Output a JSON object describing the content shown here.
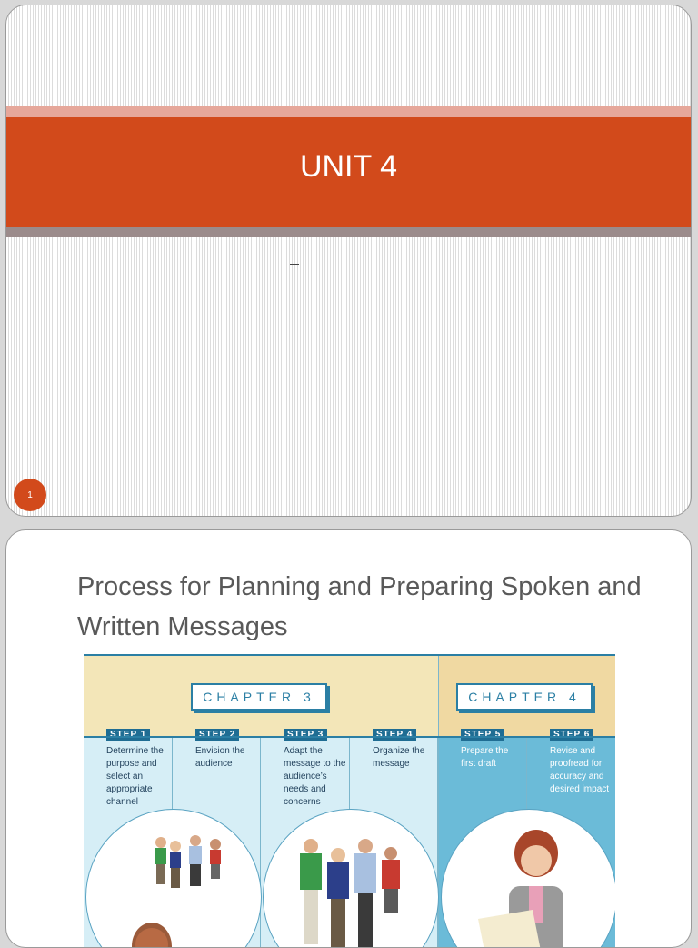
{
  "slide1": {
    "title": "UNIT 4",
    "subtitle": "_",
    "page_number": "1"
  },
  "slide2": {
    "heading": "Process for Planning and Preparing Spoken and Written Messages",
    "figure": {
      "chapters": [
        "CHAPTER 3",
        "CHAPTER 4"
      ],
      "steps": [
        {
          "label": "STEP 1",
          "text": "Determine the purpose and select an appropriate channel"
        },
        {
          "label": "STEP 2",
          "text": "Envision the audience"
        },
        {
          "label": "STEP 3",
          "text": "Adapt the message to the audience’s needs and concerns"
        },
        {
          "label": "STEP 4",
          "text": "Organize the message"
        },
        {
          "label": "STEP 5",
          "text": "Prepare the first draft"
        },
        {
          "label": "STEP 6",
          "text": "Revise and proofread for accuracy and desired impact"
        }
      ]
    }
  },
  "colors": {
    "accent": "#d24a1b",
    "band_pink": "#e6a79a",
    "band_gray": "#9b8b8b",
    "figure_blue": "#2b7fa4"
  }
}
